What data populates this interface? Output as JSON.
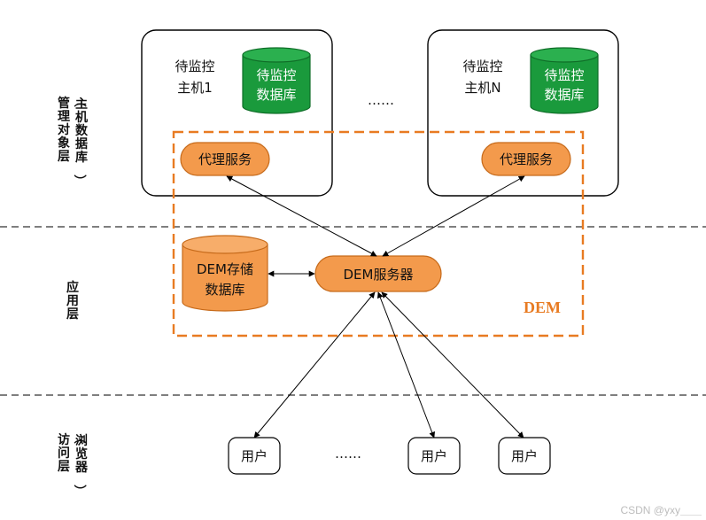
{
  "layers": {
    "host_db_mgmt": "（主机数据库）管理对象层",
    "col_a": "（主机数据库）",
    "col_b": "管理对象层",
    "app": "应用层",
    "browser_a": "（浏览器）",
    "browser_b": "访问层"
  },
  "host1": {
    "label_line1": "待监控",
    "label_line2": "主机1",
    "db_line1": "待监控",
    "db_line2": "数据库",
    "agent": "代理服务"
  },
  "hostN": {
    "label_line1": "待监控",
    "label_line2": "主机N",
    "db_line1": "待监控",
    "db_line2": "数据库",
    "agent": "代理服务"
  },
  "host_ellipsis": "……",
  "dem": {
    "label": "DEM",
    "server": "DEM服务器",
    "storage_line1": "DEM存储",
    "storage_line2": "数据库"
  },
  "users": {
    "user1": "用户",
    "user2": "用户",
    "user3": "用户",
    "ellipsis": "……"
  },
  "watermark": "CSDN @yxy＿＿",
  "colors": {
    "orange": "#f39a4c",
    "orange_dark": "#e87b22",
    "green": "#1a9a3c",
    "green_dark": "#0f6e28"
  }
}
